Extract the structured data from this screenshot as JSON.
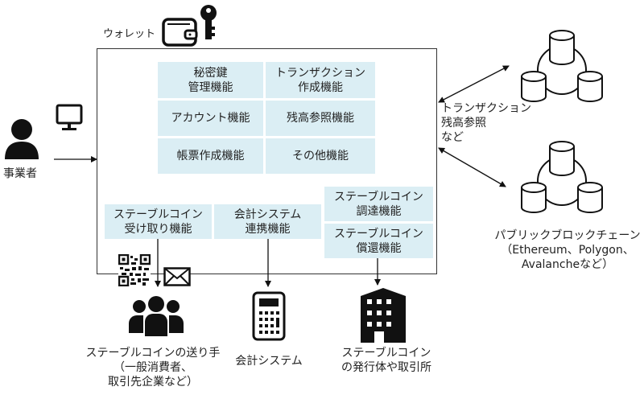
{
  "wallet": {
    "label": "ウォレット",
    "functions": [
      {
        "line1": "秘密鍵",
        "line2": "管理機能"
      },
      {
        "line1": "トランザクション",
        "line2": "作成機能"
      },
      {
        "line1": "アカウント機能",
        "line2": ""
      },
      {
        "line1": "残高参照機能",
        "line2": ""
      },
      {
        "line1": "帳票作成機能",
        "line2": ""
      },
      {
        "line1": "その他機能",
        "line2": ""
      }
    ],
    "bottom_functions": [
      {
        "line1": "ステーブルコイン",
        "line2": "受け取り機能"
      },
      {
        "line1": "会計システム",
        "line2": "連携機能"
      },
      {
        "line1": "ステーブルコイン",
        "line2": "調達機能"
      },
      {
        "line1": "ステーブルコイン",
        "line2": "償還機能"
      }
    ]
  },
  "operator": {
    "label": "事業者"
  },
  "blockchain": {
    "interaction_label": [
      "トランザクション",
      "残高参照",
      "など"
    ],
    "label": [
      "パブリックブロックチェーン",
      "（Ethereum、Polygon、",
      "Avalancheなど）"
    ]
  },
  "recipients": [
    {
      "lines": [
        "ステーブルコインの送り手",
        "（一般消費者、",
        "取引先企業など）"
      ],
      "icon": "people-icon"
    },
    {
      "lines": [
        "会計システム"
      ],
      "icon": "calculator-icon"
    },
    {
      "lines": [
        "ステーブルコイン",
        "の発行体や取引所"
      ],
      "icon": "building-icon"
    }
  ],
  "colors": {
    "cell_bg": "#dbeef4",
    "line": "#222222"
  }
}
